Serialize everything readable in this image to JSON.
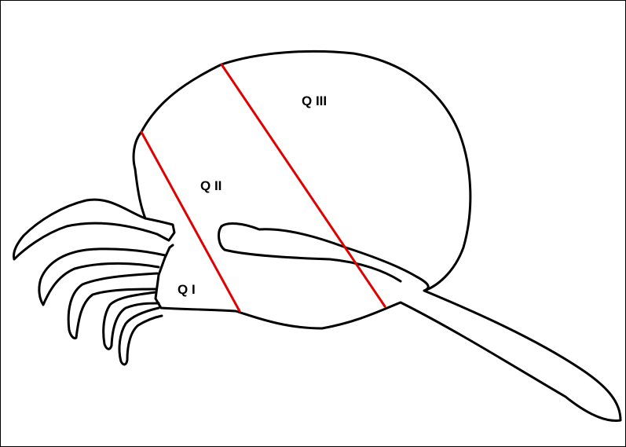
{
  "diagram": {
    "regions": [
      {
        "id": "q1",
        "label": "Q I"
      },
      {
        "id": "q2",
        "label": "Q II"
      },
      {
        "id": "q3",
        "label": "Q III"
      }
    ],
    "colors": {
      "outline": "#000000",
      "divider_lines": "#e00000",
      "background": "#ffffff"
    }
  }
}
